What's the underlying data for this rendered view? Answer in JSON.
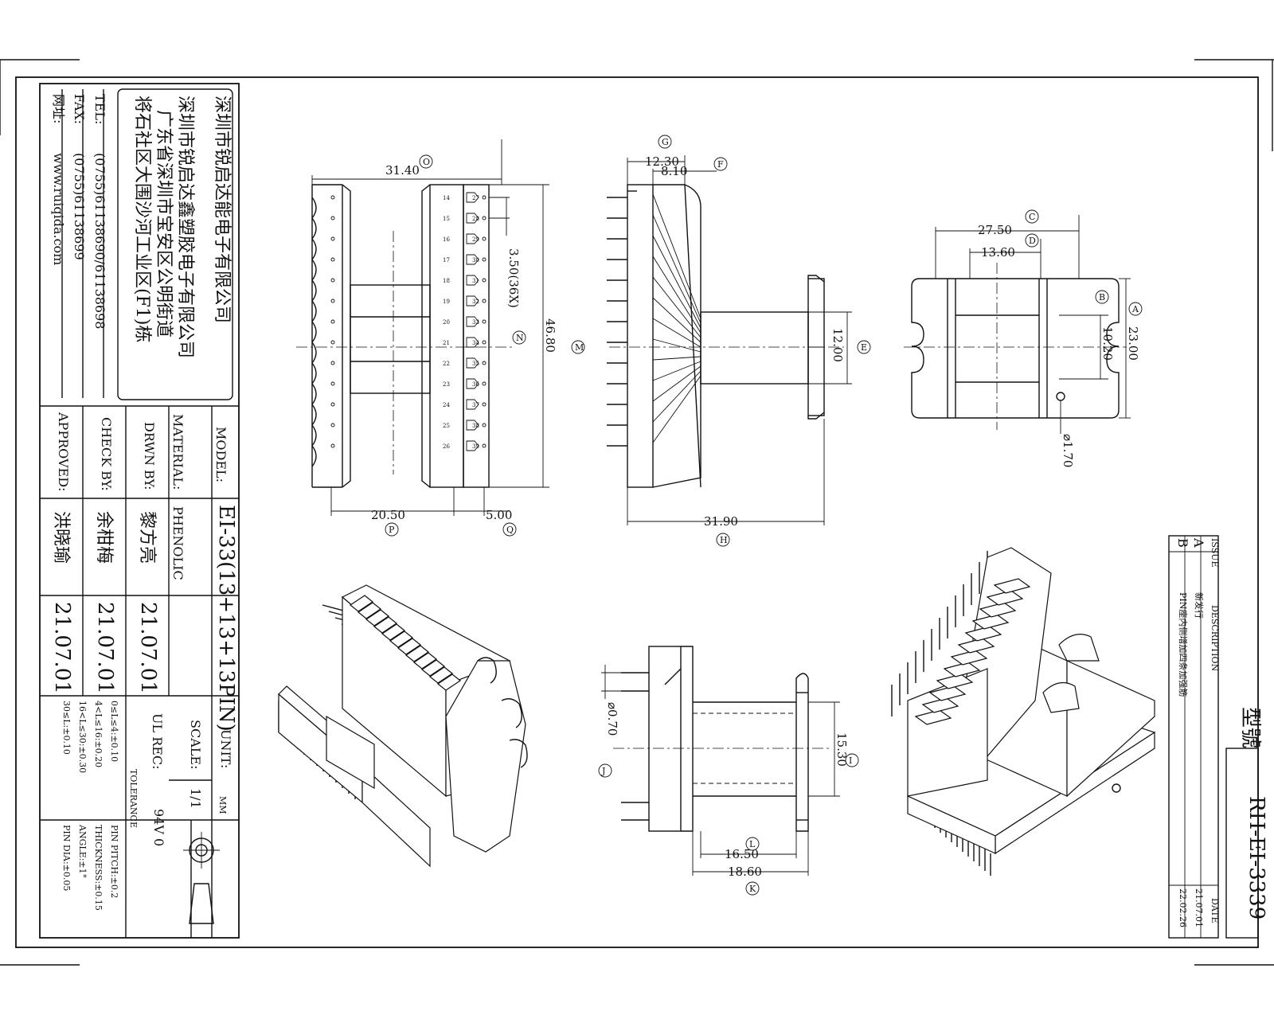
{
  "title_block": {
    "company": {
      "name_1": "深圳市锐启达能电子有限公司",
      "name_2": "深圳市锐启达鑫塑胶电子有限公司",
      "address_1": "广东省深圳市宝安区公明街道",
      "address_2": "将石社区大围沙河工业区(F1)栋"
    },
    "tel_label": "TEL:",
    "tel": "(0755)61138690/61138698",
    "fax_label": "FAX:",
    "fax": "(0755)61138699",
    "web_label": "网址:",
    "web": "www.ruiqida.com",
    "model_label": "MODEL:",
    "model": "EI-33(13+13+13PIN)",
    "material_label": "MATERIAL:",
    "material": "PHENOLIC",
    "drwn_label": "DRWN BY:",
    "drwn_name": "黎方亮",
    "drwn_date": "21.07.01",
    "chk_label": "CHECK BY:",
    "chk_name": "余柑梅",
    "chk_date": "21.07.01",
    "appr_label": "APPROVED:",
    "appr_name": "洪晓瑜",
    "appr_date": "21.07.01",
    "unit_label": "UNIT:",
    "unit": "MM",
    "scale_label": "SCALE:",
    "scale": "1/1",
    "ul_label": "UL REC:",
    "ul": "94V 0",
    "tolerance_label": "TOLERANCE",
    "tol_1": "0≤L≤4:±0.10",
    "tol_2": "4<L≤16:±0.20",
    "tol_3": "16<L≤30:±0.30",
    "tol_4": "30≤L:±0.10",
    "pitch": "PIN PITCH:±0.2",
    "thickness": "THICKNESS:±0.15",
    "angle": "ANGLE:±1°",
    "pin_dia": "PIN DIA:±0.05"
  },
  "revision": {
    "issue_label": "ISSUE",
    "desc_label": "DESCRIPTION",
    "date_label": "DATE",
    "rows": [
      {
        "issue": "A",
        "desc": "新发行",
        "date": "21.07.01"
      },
      {
        "issue": "B",
        "desc": "PIN座内侧增加四条加强筋",
        "date": "22.02.26"
      }
    ],
    "part_label": "型號",
    "part_no": "RH-EI-3339"
  },
  "dimensions": {
    "O": "31.40",
    "N": "3.50(36X)",
    "M": "46.80",
    "P": "20.50",
    "Q": "5.00",
    "G": "12.30",
    "F": "8.10",
    "E": "12.00",
    "H": "31.90",
    "C": "27.50",
    "D": "13.60",
    "A": "23.00",
    "B": "10.20",
    "hole": "⌀1.70",
    "J": "⌀0.70",
    "I": "15.30",
    "L": "16.50",
    "K": "18.60"
  },
  "callouts": {
    "O": "O",
    "N": "N",
    "M": "M",
    "P": "P",
    "Q": "Q",
    "G": "G",
    "F": "F",
    "E": "E",
    "H": "H",
    "C": "C",
    "D": "D",
    "A": "A",
    "B": "B",
    "J": "J",
    "I": "I",
    "L": "L",
    "K": "K"
  },
  "pin_numbers": [
    "14",
    "15",
    "16",
    "17",
    "18",
    "19",
    "20",
    "21",
    "22",
    "23",
    "24",
    "25",
    "26",
    "27",
    "28",
    "29",
    "30",
    "31",
    "32",
    "33",
    "34",
    "35",
    "36",
    "37",
    "38",
    "39"
  ]
}
